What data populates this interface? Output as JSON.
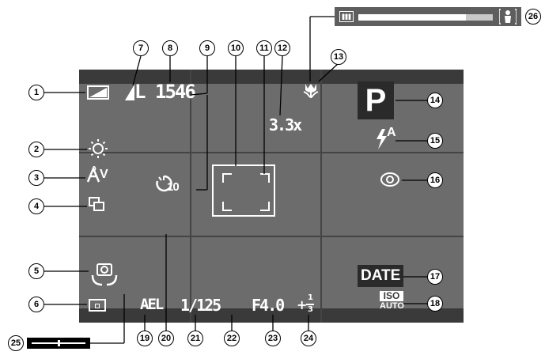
{
  "overlay": {
    "quality": "L",
    "shots_remaining": "1546",
    "zoom_factor": "3.3x",
    "mode_letter": "P",
    "flash_auto": "A",
    "self_timer": "10",
    "my_colors": "V",
    "ael": "AEL",
    "shutter": "1/125",
    "aperture": "F4.0",
    "exposure_sign": "+",
    "exposure_num": "1",
    "exposure_den": "3",
    "date": "DATE",
    "iso_label": "ISO",
    "iso_value": "AUTO"
  },
  "zoom_bar": {
    "zoom_position": 0.8
  },
  "manual_focus": {
    "position": 0.5
  },
  "callouts": [
    "1",
    "2",
    "3",
    "4",
    "5",
    "6",
    "7",
    "8",
    "9",
    "10",
    "11",
    "12",
    "13",
    "14",
    "15",
    "16",
    "17",
    "18",
    "19",
    "20",
    "21",
    "22",
    "23",
    "24",
    "25",
    "26"
  ],
  "colors": {
    "lcd": "#6c6c6c",
    "bar": "#3a3a3a",
    "overlay_text": "#ffffff"
  }
}
